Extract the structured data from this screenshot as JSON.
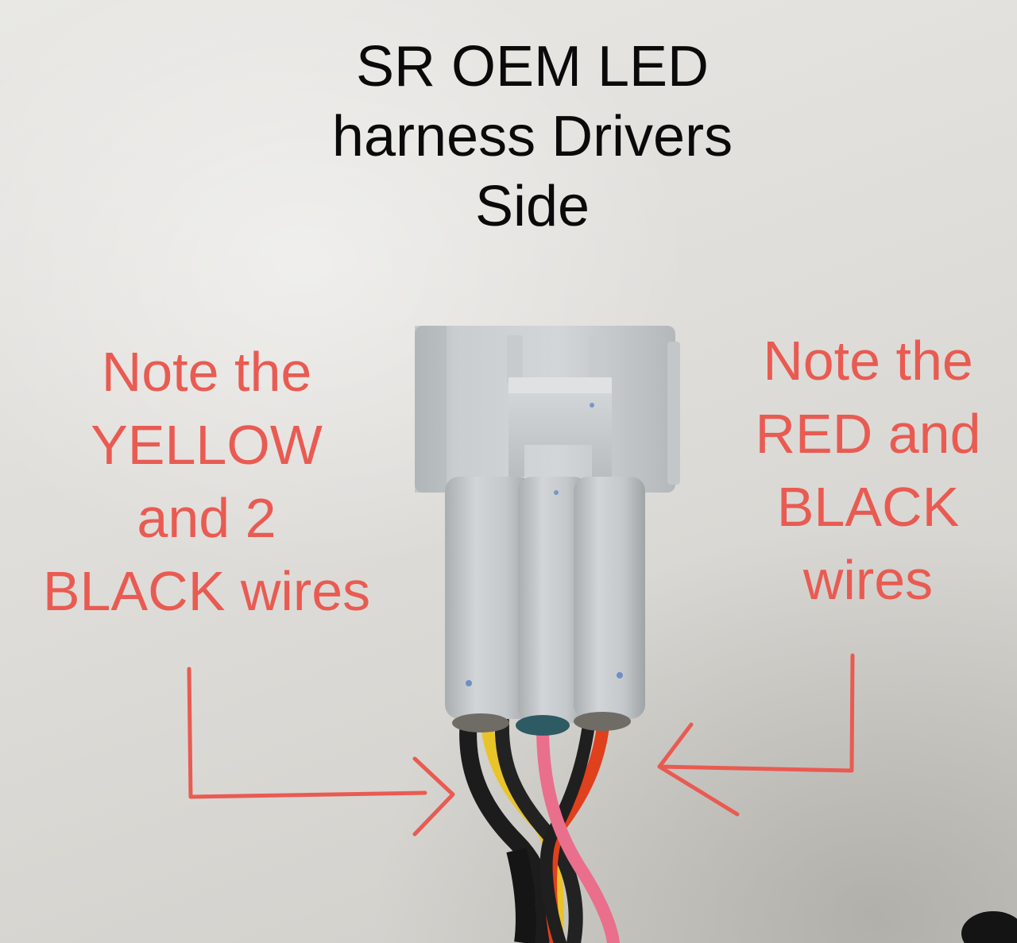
{
  "title": {
    "lines": [
      "SR OEM LED",
      "harness Drivers",
      "Side"
    ]
  },
  "notes": {
    "left": {
      "lines": [
        "Note the",
        "YELLOW",
        "and 2",
        "BLACK wires"
      ]
    },
    "right": {
      "lines": [
        "Note the",
        "RED and",
        "BLACK",
        "wires"
      ]
    }
  },
  "colors": {
    "annotation": "#e95b52",
    "title": "#0a0a0a",
    "connector": "#c9cdd0",
    "wire_yellow": "#e8c42a",
    "wire_black": "#1c1c1c",
    "wire_pink": "#e96f8c",
    "wire_red": "#e0401c",
    "seal_teal": "#2e5a63"
  }
}
